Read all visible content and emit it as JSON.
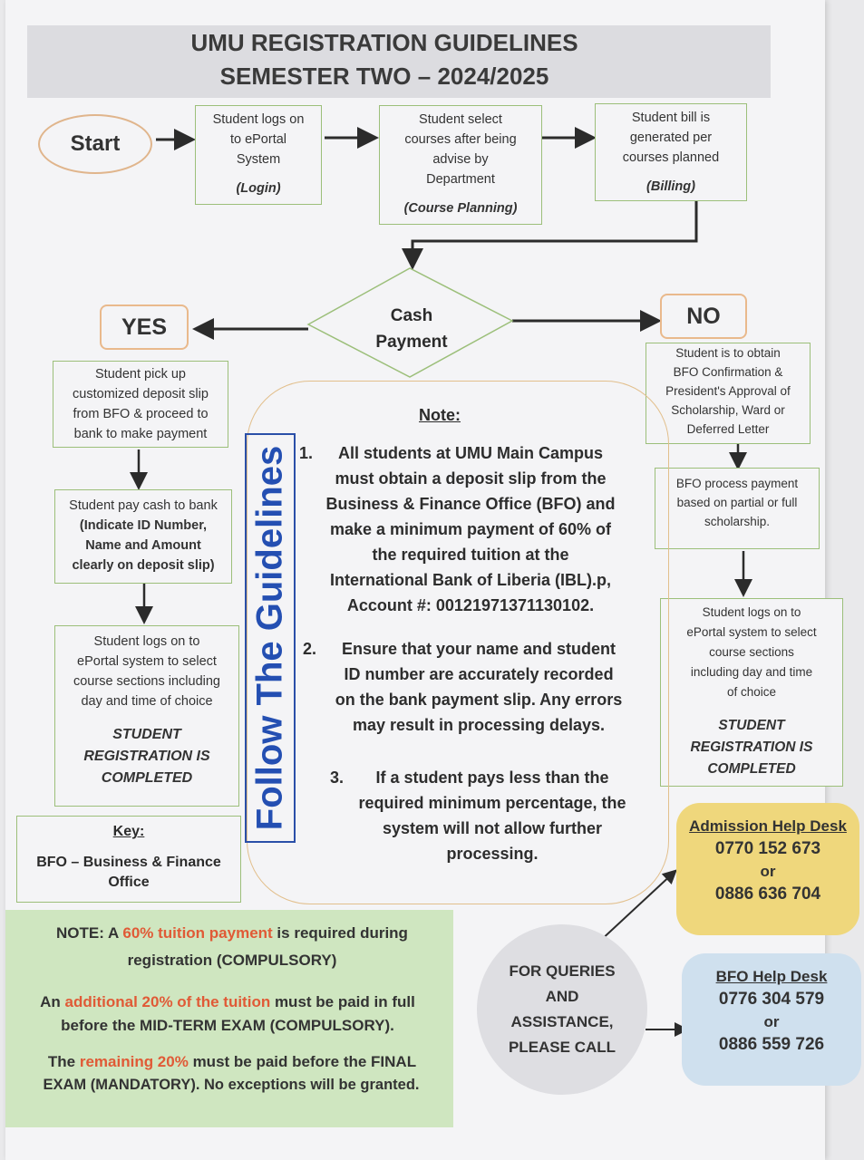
{
  "header": {
    "title_line1": "UMU REGISTRATION GUIDELINES",
    "title_line2": "SEMESTER TWO – 2024/2025"
  },
  "top_flow": {
    "start": "Start",
    "login_text": [
      "Student logs on",
      "to ePortal",
      "System"
    ],
    "login_tag": "(Login)",
    "planning_text": [
      "Student select",
      "courses after being",
      "advise by",
      "Department"
    ],
    "planning_tag": "(Course Planning)",
    "billing_text": [
      "Student bill is",
      "generated per",
      "courses planned"
    ],
    "billing_tag": "(Billing)"
  },
  "decision": {
    "line1": "Cash",
    "line2": "Payment",
    "yes": "YES",
    "no": "NO"
  },
  "yes_branch": {
    "step1": [
      "Student pick up",
      "customized deposit slip",
      "from BFO & proceed to",
      "bank to make payment"
    ],
    "step2": [
      "Student pay cash to bank",
      "(Indicate ID Number,",
      "Name and Amount",
      "clearly on deposit slip)"
    ],
    "step3": [
      "Student logs on to",
      "ePortal system to select",
      "course sections including",
      "day and time of choice"
    ],
    "step3_done": [
      "STUDENT",
      "REGISTRATION IS",
      "COMPLETED"
    ]
  },
  "no_branch": {
    "step1": [
      "Student is to obtain",
      "BFO Confirmation &",
      "President's Approval of",
      "Scholarship, Ward or",
      "Deferred Letter"
    ],
    "step2": [
      "BFO process payment",
      "based on partial or full",
      "scholarship."
    ],
    "step3": [
      "Student logs on to",
      "ePortal system to select",
      "course sections",
      "including day and time",
      "of choice"
    ],
    "step3_done": [
      "STUDENT",
      "REGISTRATION IS",
      "COMPLETED"
    ]
  },
  "follow_label": "Follow The Guidelines",
  "note": {
    "title": "Note:",
    "items": [
      {
        "num": "1.",
        "lines": [
          "All students at UMU Main Campus",
          "must obtain a deposit slip from the",
          "Business & Finance Office (BFO) and",
          "make a minimum payment of 60% of",
          "the required tuition at the",
          "International Bank of Liberia (IBL).p,",
          "Account #: 00121971371130102."
        ]
      },
      {
        "num": "2.",
        "lines": [
          "Ensure that your name and student",
          "ID number are accurately recorded",
          "on the bank payment slip. Any errors",
          "may result in processing delays."
        ]
      },
      {
        "num": "3.",
        "lines": [
          "If a student pays less than the",
          "required minimum percentage, the",
          "system will not allow further",
          "processing."
        ]
      }
    ]
  },
  "key": {
    "title": "Key:",
    "line1": "BFO – Business & Finance",
    "line2": "Office"
  },
  "payment_note": {
    "l1_a": "NOTE: A ",
    "l1_red": "60% tuition payment",
    "l1_b": " is required during",
    "l2": "registration (COMPULSORY)",
    "l3_a": "An ",
    "l3_red": "additional 20% of the tuition",
    "l3_b": " must be paid in full",
    "l4": "before the MID-TERM EXAM (COMPULSORY).",
    "l5_a": "The ",
    "l5_red": "remaining 20%",
    "l5_b": " must be paid before the FINAL",
    "l6": "EXAM (MANDATORY). No exceptions will be granted."
  },
  "queries": [
    "FOR QUERIES",
    "AND",
    "ASSISTANCE,",
    "PLEASE CALL"
  ],
  "admission_desk": {
    "title": "Admission Help Desk",
    "phone1": "0770 152 673",
    "or": "or",
    "phone2": "0886 636 704"
  },
  "bfo_desk": {
    "title": "BFO Help Desk",
    "phone1": "0776 304 579",
    "or": "or",
    "phone2": "0886 559 726"
  },
  "colors": {
    "box_border": "#9cbf7a",
    "oval_border": "#e0b58c",
    "follow_blue": "#244fb2",
    "red_highlight": "#e05a36",
    "note_green": "#cfe6c0",
    "yellow_desk": "#efd77c",
    "blue_desk": "#cfe0ee"
  }
}
